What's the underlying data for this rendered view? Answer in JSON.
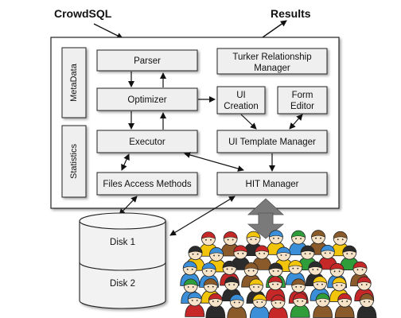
{
  "labels": {
    "crowdsql": "CrowdSQL",
    "results": "Results",
    "metadata": "MetaData",
    "statistics": "Statistics",
    "parser": "Parser",
    "optimizer": "Optimizer",
    "executor": "Executor",
    "files_access_methods": "Files Access Methods",
    "turker_relationship_line1": "Turker Relationship",
    "turker_relationship_line2": "Manager",
    "ui_creation_line1": "UI",
    "ui_creation_line2": "Creation",
    "form_editor_line1": "Form",
    "form_editor_line2": "Editor",
    "ui_template_manager": "UI Template Manager",
    "hit_manager": "HIT Manager",
    "disk1": "Disk 1",
    "disk2": "Disk 2"
  },
  "colors": {
    "box_fill": "#efefef",
    "frame_fill": "#ffffff",
    "stroke": "#222222",
    "big_arrow": "#7a7a7a",
    "crowd_colors": [
      "#c62828",
      "#f2c50a",
      "#3a8fd8",
      "#2e9d3a",
      "#2b2b2b",
      "#8a5a2b"
    ]
  },
  "crowd": {
    "icon": "crowd-of-people-icon"
  }
}
